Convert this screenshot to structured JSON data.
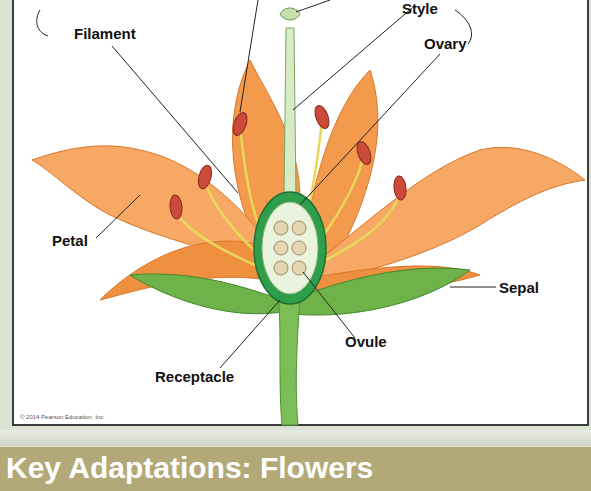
{
  "diagram": {
    "title": "Key Adaptations: Flowers",
    "labels": [
      "Filament",
      "Style",
      "Ovary",
      "Petal",
      "Sepal",
      "Ovule",
      "Receptacle",
      "© 2014 Pearson Education, Inc."
    ]
  }
}
